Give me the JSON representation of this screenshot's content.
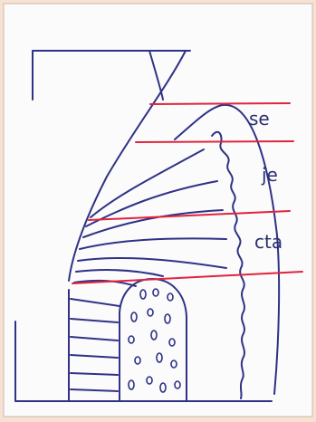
{
  "colors": {
    "background": "#f7e1d2",
    "paper": "#fbfbfb",
    "ink": "#2f3286",
    "red": "#e0243c"
  },
  "labels": {
    "se": "se",
    "je": "je",
    "cta": "cta"
  }
}
